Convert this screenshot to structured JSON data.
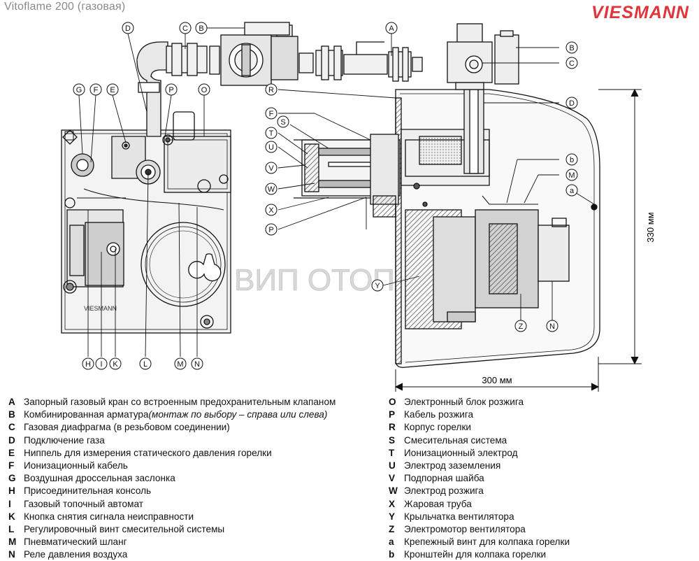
{
  "title": "Vitoflame 200 (газовая)",
  "brand": "VIESMANN",
  "watermark": "ВИП ОТОПЛЕНИЕ",
  "dimensions": {
    "height": "330 мм",
    "width": "300 мм"
  },
  "callouts": {
    "A": "A",
    "B": "B",
    "C": "C",
    "D": "D",
    "E": "E",
    "F": "F",
    "G": "G",
    "H": "H",
    "I": "I",
    "K": "K",
    "L": "L",
    "M": "M",
    "N": "N",
    "O": "O",
    "P": "P",
    "R": "R",
    "S": "S",
    "T": "T",
    "U": "U",
    "V": "V",
    "W": "W",
    "X": "X",
    "Y": "Y",
    "Z": "Z",
    "a": "a",
    "b": "b"
  },
  "legend_left": [
    {
      "letter": "A",
      "text": "Запорный газовый кран со встроенным предохранительным клапаном"
    },
    {
      "letter": "B",
      "text": "Комбинированная арматура ",
      "note": "(монтаж по выбору – справа или слева)"
    },
    {
      "letter": "C",
      "text": "Газовая диафрагма (в резьбовом соединении)"
    },
    {
      "letter": "D",
      "text": "Подключение газа"
    },
    {
      "letter": "E",
      "text": "Ниппель для измерения статического давления горелки"
    },
    {
      "letter": "F",
      "text": "Ионизационный кабель"
    },
    {
      "letter": "G",
      "text": "Воздушная дроссельная заслонка"
    },
    {
      "letter": "H",
      "text": "Присоединительная консоль"
    },
    {
      "letter": "I",
      "text": "Газовый топочный автомат"
    },
    {
      "letter": "K",
      "text": "Кнопка снятия сигнала неисправности"
    },
    {
      "letter": "L",
      "text": "Регулировочный винт смесительной системы"
    },
    {
      "letter": "M",
      "text": "Пневматический шланг"
    },
    {
      "letter": "N",
      "text": "Реле давления воздуха"
    }
  ],
  "legend_right": [
    {
      "letter": "O",
      "text": "Электронный блок розжига"
    },
    {
      "letter": "P",
      "text": "Кабель розжига"
    },
    {
      "letter": "R",
      "text": "Корпус горелки"
    },
    {
      "letter": "S",
      "text": "Смесительная система"
    },
    {
      "letter": "T",
      "text": "Ионизационный электрод"
    },
    {
      "letter": "U",
      "text": "Электрод заземления"
    },
    {
      "letter": "V",
      "text": "Подпорная шайба"
    },
    {
      "letter": "W",
      "text": "Электрод розжига"
    },
    {
      "letter": "X",
      "text": "Жаровая труба"
    },
    {
      "letter": "Y",
      "text": "Крыльчатка вентилятора"
    },
    {
      "letter": "Z",
      "text": "Электромотор вентилятора"
    },
    {
      "letter": "a",
      "text": "Крепежный винт для колпака горелки"
    },
    {
      "letter": "b",
      "text": "Кронштейн для колпака горелки"
    }
  ],
  "colors": {
    "brand": "#e0353a",
    "title": "#8a8a8a",
    "line": "#111111",
    "hatch": "#444444"
  }
}
